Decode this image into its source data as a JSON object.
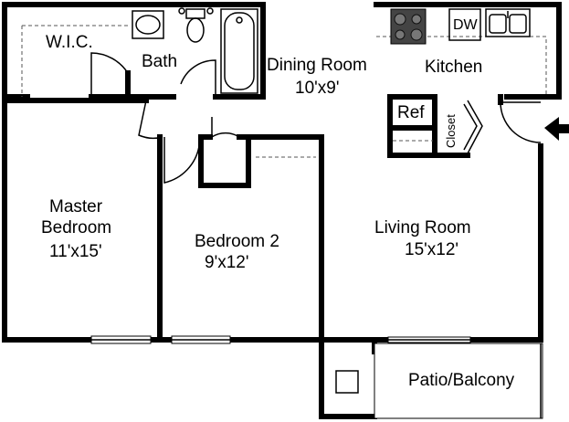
{
  "rooms": {
    "wic": {
      "name": "W.I.C."
    },
    "bath": {
      "name": "Bath"
    },
    "dining": {
      "name": "Dining Room",
      "size": "10'x9'"
    },
    "kitchen": {
      "name": "Kitchen"
    },
    "dishwasher": {
      "name": "DW"
    },
    "refrigerator": {
      "name": "Ref"
    },
    "closet": {
      "name": "Closet"
    },
    "master": {
      "name_line1": "Master",
      "name_line2": "Bedroom",
      "size": "11'x15'"
    },
    "bedroom2": {
      "name": "Bedroom 2",
      "size": "9'x12'"
    },
    "living": {
      "name": "Living Room",
      "size": "15'x12'"
    },
    "patio": {
      "name": "Patio/Balcony"
    }
  }
}
